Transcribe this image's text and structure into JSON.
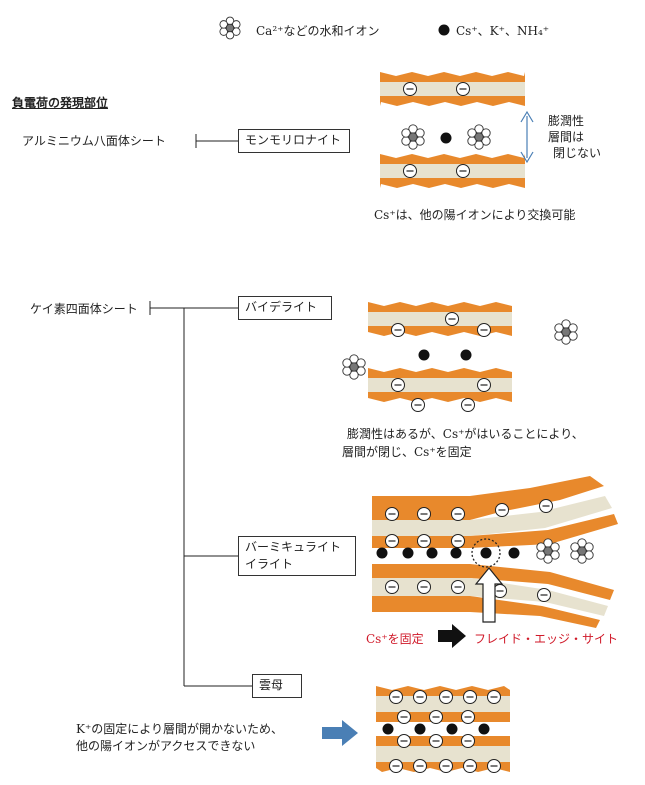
{
  "legend": {
    "hydrated_ion_label": "Ca²⁺などの水和イオン",
    "dot_ion_label": "Cs⁺、K⁺、NH₄⁺"
  },
  "heading": "負電荷の発現部位",
  "sheets": {
    "aluminum": "アルミニウム八面体シート",
    "silicon": "ケイ素四面体シート"
  },
  "minerals": {
    "montmorillonite": "モンモリロナイト",
    "beidellite": "バイデライト",
    "vermiculite_line1": "バーミキュライト",
    "vermiculite_line2": "イライト",
    "mica": "雲母"
  },
  "captions": {
    "swelling_line1": "膨潤性",
    "swelling_line2": "層間は",
    "swelling_line3": "閉じない",
    "montmorillonite_caption": "Cs⁺は、他の陽イオンにより交換可能",
    "beidellite_caption_line1": "膨潤性はあるが、Cs⁺がはいることにより、",
    "beidellite_caption_line2": "層間が閉じ、Cs⁺を固定",
    "cs_fixed": "Cs⁺を固定",
    "frayed_edge": "フレイド・エッジ・サイト",
    "mica_caption_line1": "K⁺の固定により層間が開かないため、",
    "mica_caption_line2": "他の陽イオンがアクセスできない"
  },
  "colors": {
    "orange": "#e8892c",
    "beige": "#e7e2cf",
    "red_text": "#d01a2a",
    "blue_arrow": "#4a7fb5",
    "ion_gray": "#777777"
  }
}
